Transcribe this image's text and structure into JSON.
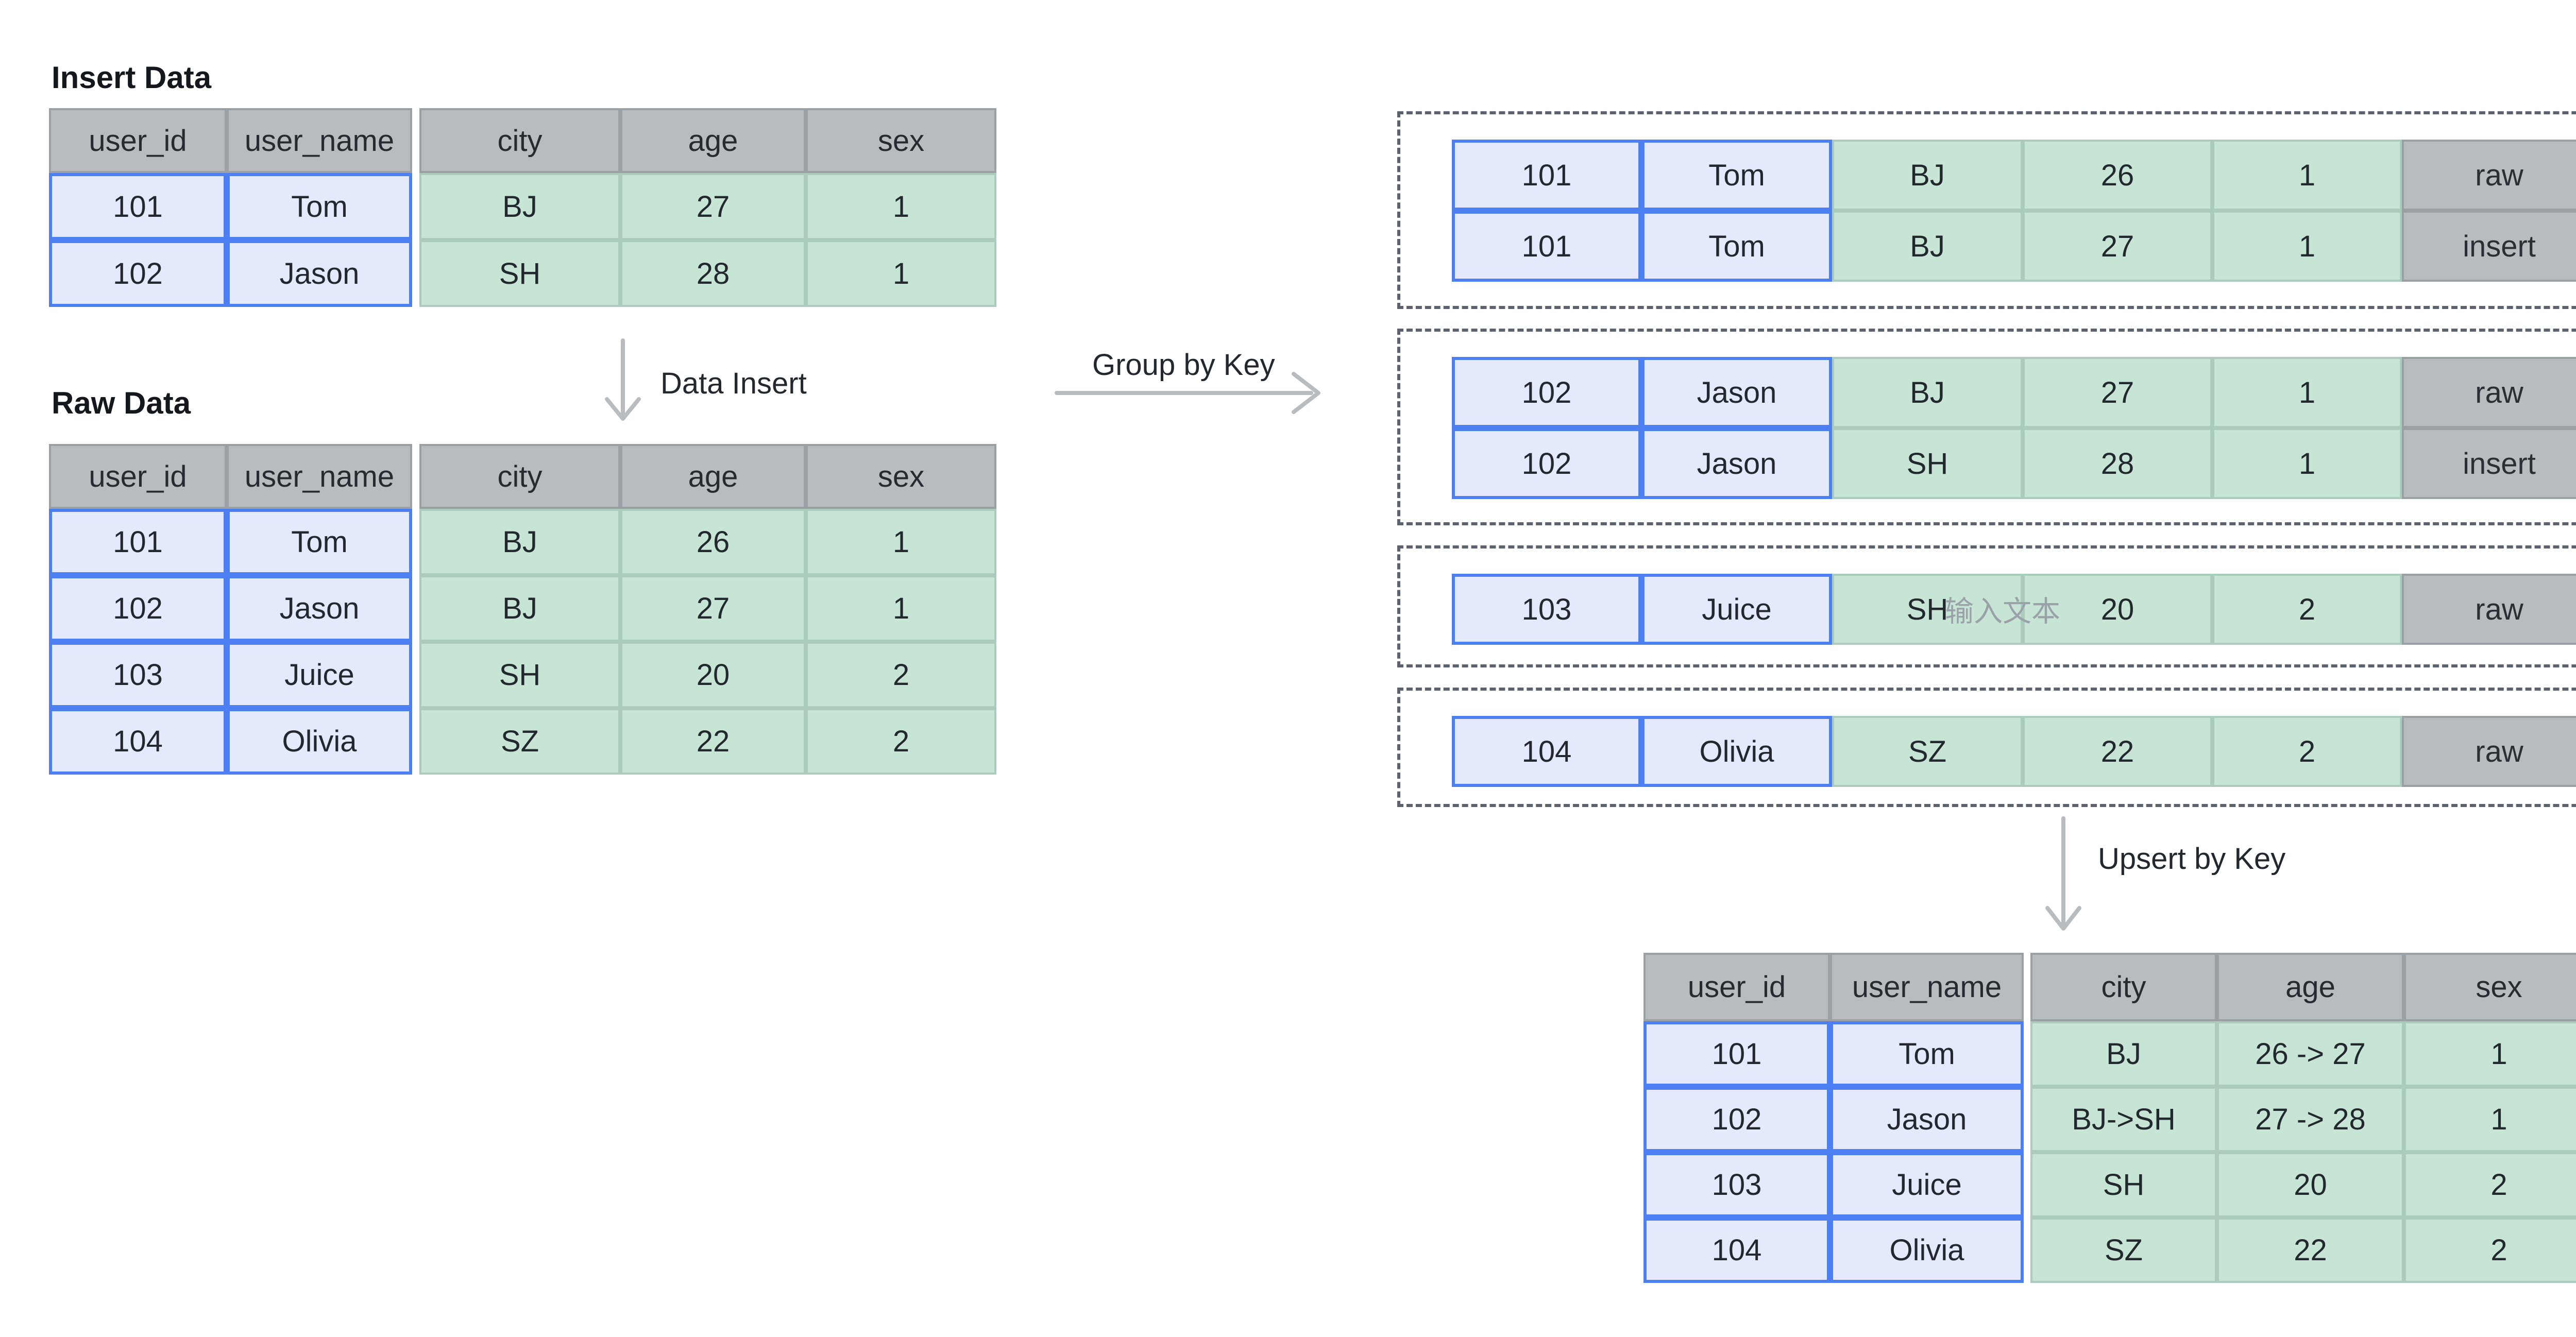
{
  "insert_section": {
    "title": "Insert Data"
  },
  "raw_section": {
    "title": "Raw Data"
  },
  "labels": {
    "data_insert": "Data Insert",
    "group_by_key": "Group by Key",
    "upsert_by_key": "Upsert by Key"
  },
  "headers": [
    "user_id",
    "user_name",
    "city",
    "age",
    "sex"
  ],
  "insert_table": [
    [
      "101",
      "Tom",
      "BJ",
      "27",
      "1"
    ],
    [
      "102",
      "Jason",
      "SH",
      "28",
      "1"
    ]
  ],
  "raw_table": [
    [
      "101",
      "Tom",
      "BJ",
      "26",
      "1"
    ],
    [
      "102",
      "Jason",
      "BJ",
      "27",
      "1"
    ],
    [
      "103",
      "Juice",
      "SH",
      "20",
      "2"
    ],
    [
      "104",
      "Olivia",
      "SZ",
      "22",
      "2"
    ]
  ],
  "groups": [
    {
      "rows": [
        {
          "cells": [
            "101",
            "Tom",
            "BJ",
            "26",
            "1"
          ],
          "tag": "raw"
        },
        {
          "cells": [
            "101",
            "Tom",
            "BJ",
            "27",
            "1"
          ],
          "tag": "insert"
        }
      ]
    },
    {
      "rows": [
        {
          "cells": [
            "102",
            "Jason",
            "BJ",
            "27",
            "1"
          ],
          "tag": "raw"
        },
        {
          "cells": [
            "102",
            "Jason",
            "SH",
            "28",
            "1"
          ],
          "tag": "insert"
        }
      ]
    },
    {
      "rows": [
        {
          "cells": [
            "103",
            "Juice",
            "SH",
            "20",
            "2"
          ],
          "tag": "raw",
          "watermark": "输入文本"
        }
      ]
    },
    {
      "rows": [
        {
          "cells": [
            "104",
            "Olivia",
            "SZ",
            "22",
            "2"
          ],
          "tag": "raw"
        }
      ]
    }
  ],
  "result_table": [
    [
      "101",
      "Tom",
      "BJ",
      "26 -> 27",
      "1"
    ],
    [
      "102",
      "Jason",
      "BJ->SH",
      "27 -> 28",
      "1"
    ],
    [
      "103",
      "Juice",
      "SH",
      "20",
      "2"
    ],
    [
      "104",
      "Olivia",
      "SZ",
      "22",
      "2"
    ]
  ],
  "colors": {
    "key_border": "#4c7ff2",
    "key_fill": "#e4eafc",
    "value_fill": "#c7e5d5",
    "value_border": "#abccbc",
    "header_fill": "#b9bcbe",
    "header_border": "#9aa0a4",
    "dashed_border": "#5c636e",
    "arrow": "#b9bcbf",
    "text": "#23272e",
    "watermark": "#9aa1a8"
  }
}
